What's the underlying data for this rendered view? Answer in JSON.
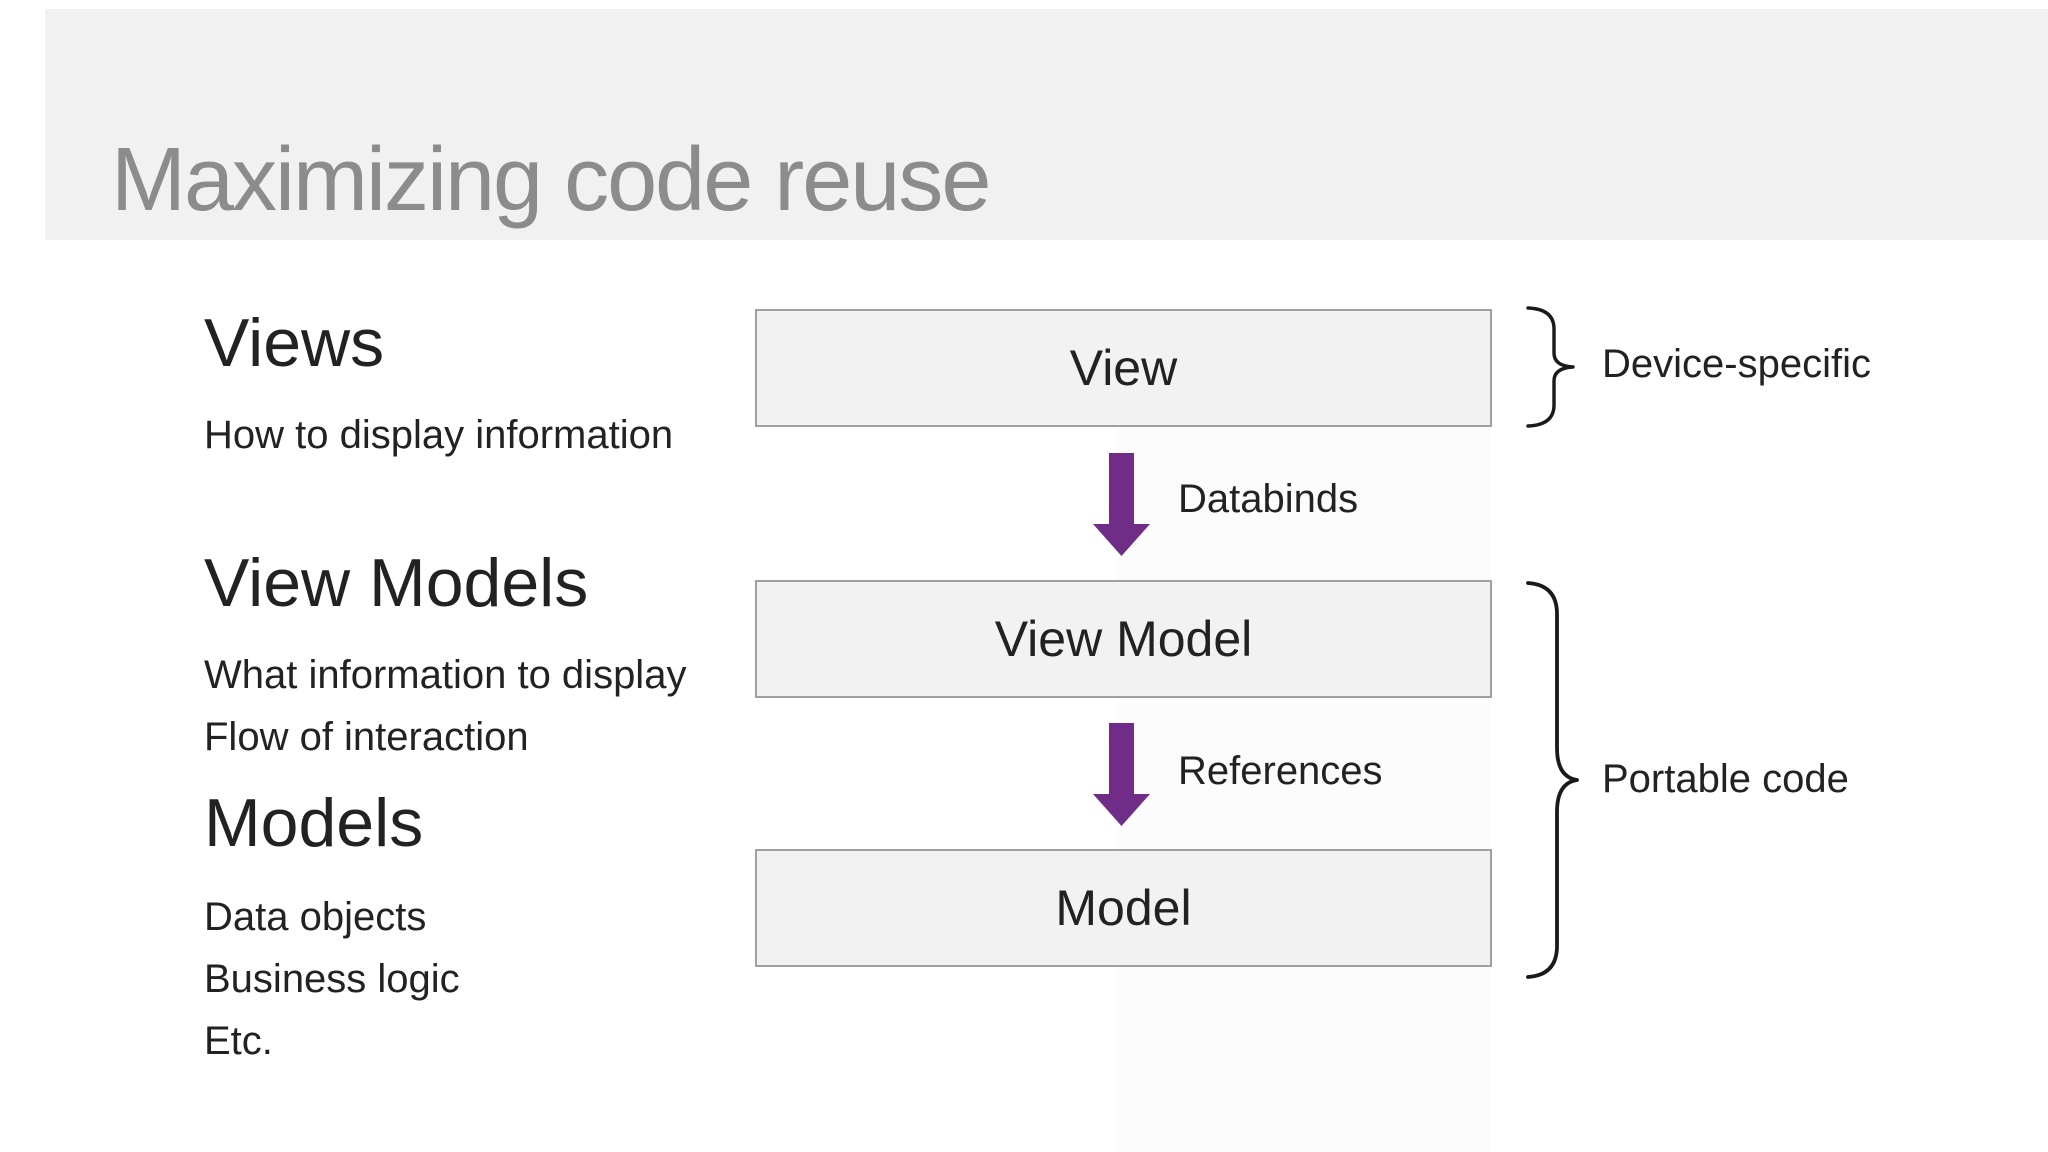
{
  "title": "Maximizing code reuse",
  "colors": {
    "banner": "#f1f1f1",
    "title-text": "#8c8c8c",
    "body-text": "#222222",
    "box-fill": "#f2f2f2",
    "box-border": "#a0a0a0",
    "arrow": "#702d88",
    "brace": "#1a1a1a"
  },
  "left_column": {
    "sections": [
      {
        "heading": "Views",
        "lines": [
          "How to display information"
        ]
      },
      {
        "heading": "View Models",
        "lines": [
          "What information to display",
          "Flow of interaction"
        ]
      },
      {
        "heading": "Models",
        "lines": [
          "Data objects",
          "Business logic",
          "Etc."
        ]
      }
    ]
  },
  "diagram": {
    "boxes": [
      {
        "label": "View"
      },
      {
        "label": "View Model"
      },
      {
        "label": "Model"
      }
    ],
    "arrows": [
      {
        "label": "Databinds"
      },
      {
        "label": "References"
      }
    ],
    "annotations": [
      {
        "label": "Device-specific"
      },
      {
        "label": "Portable code"
      }
    ]
  }
}
